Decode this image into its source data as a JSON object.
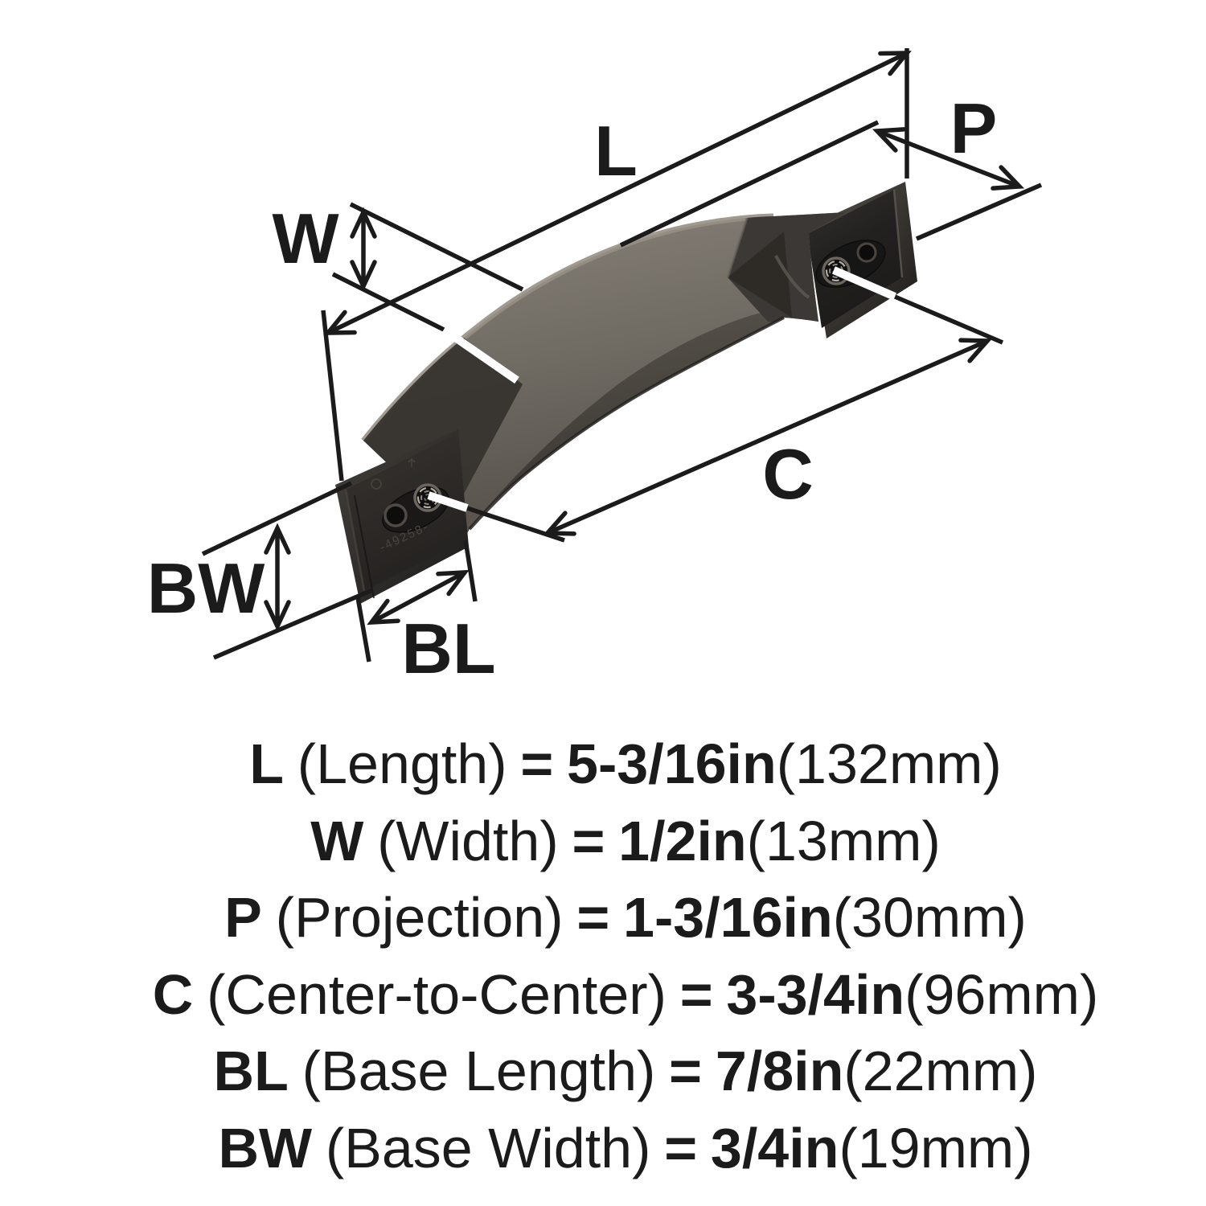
{
  "diagram": {
    "engraving": "-49258-",
    "colors": {
      "background": "#ffffff",
      "ink": "#1b1b1b",
      "handle_finish_light": "#847e75",
      "handle_finish_dark": "#3b3835",
      "base_plate": "#2b2927",
      "thread_highlight": "#b3aca1"
    }
  },
  "specs": [
    {
      "code": "L",
      "name": "(Length)",
      "eq": "=",
      "value": "5-3/16in",
      "metric": "(132mm)"
    },
    {
      "code": "W",
      "name": "(Width)",
      "eq": "=",
      "value": "1/2in",
      "metric": "(13mm)"
    },
    {
      "code": "P",
      "name": "(Projection)",
      "eq": "=",
      "value": "1-3/16in",
      "metric": "(30mm)"
    },
    {
      "code": "C",
      "name": "(Center-to-Center)",
      "eq": "=",
      "value": "3-3/4in",
      "metric": "(96mm)"
    },
    {
      "code": "BL",
      "name": "(Base Length)",
      "eq": "=",
      "value": "7/8in",
      "metric": "(22mm)"
    },
    {
      "code": "BW",
      "name": "(Base Width)",
      "eq": "=",
      "value": "3/4in",
      "metric": "(19mm)"
    }
  ]
}
